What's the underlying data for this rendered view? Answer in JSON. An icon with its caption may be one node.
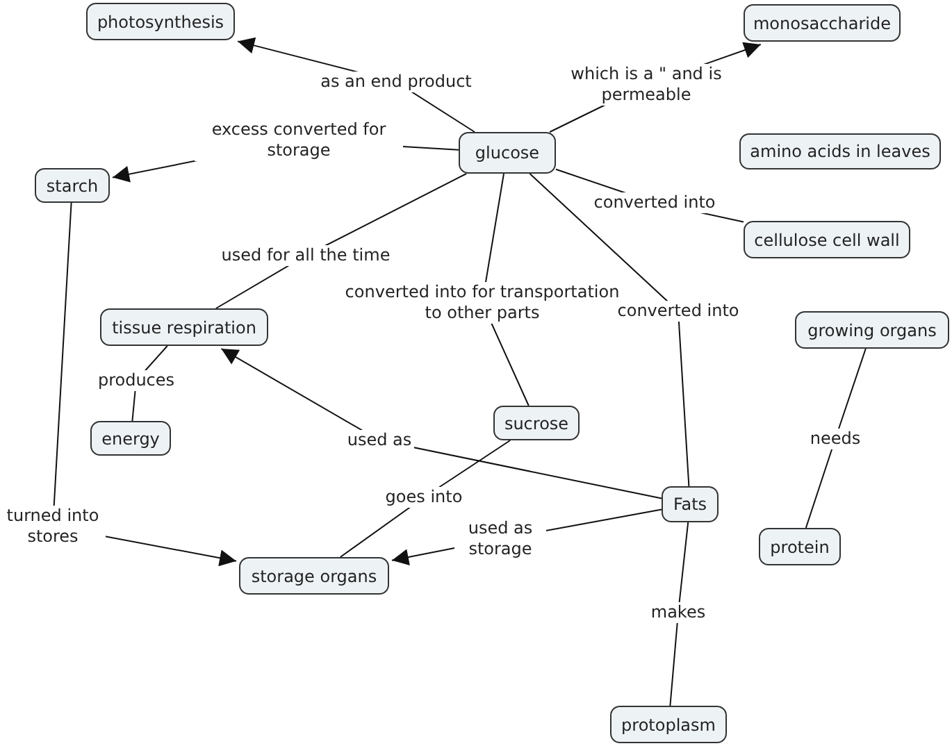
{
  "diagram": {
    "nodes": [
      {
        "text": [
          "photosynthesis"
        ]
      },
      {
        "text": [
          "monosaccharide"
        ]
      },
      {
        "text": [
          "glucose"
        ]
      },
      {
        "text": [
          "starch"
        ]
      },
      {
        "text": [
          "amino acids in leaves"
        ]
      },
      {
        "text": [
          "cellulose cell wall"
        ]
      },
      {
        "text": [
          "tissue respiration"
        ]
      },
      {
        "text": [
          "growing organs"
        ]
      },
      {
        "text": [
          "energy"
        ]
      },
      {
        "text": [
          "sucrose"
        ]
      },
      {
        "text": [
          "Fats"
        ]
      },
      {
        "text": [
          "protein"
        ]
      },
      {
        "text": [
          "storage organs"
        ]
      },
      {
        "text": [
          "protoplasm"
        ]
      }
    ],
    "edges": [
      {
        "from": 2,
        "to": 0,
        "arrow": "to",
        "label": "as an end product"
      },
      {
        "from": 2,
        "to": 1,
        "arrow": "to",
        "label": "which is a \" and is permeable"
      },
      {
        "from": 2,
        "to": 3,
        "arrow": "to",
        "label": "excess converted for storage"
      },
      {
        "from": 2,
        "to": 5,
        "arrow": "none",
        "label": "converted into"
      },
      {
        "from": 2,
        "to": 6,
        "arrow": "none",
        "label": "used for all the time"
      },
      {
        "from": 2,
        "to": 9,
        "arrow": "none",
        "label": "converted into for transportation to other parts"
      },
      {
        "from": 2,
        "to": 10,
        "arrow": "none",
        "label": "converted into"
      },
      {
        "from": 6,
        "to": 8,
        "arrow": "none",
        "label": "produces"
      },
      {
        "from": 10,
        "to": 6,
        "arrow": "to",
        "label": "used as"
      },
      {
        "from": 9,
        "to": 12,
        "arrow": "none",
        "label": "goes into"
      },
      {
        "from": 10,
        "to": 12,
        "arrow": "to",
        "label": "used as storage"
      },
      {
        "from": 3,
        "to": 12,
        "arrow": "to",
        "label": "turned into stores"
      },
      {
        "from": 10,
        "to": 13,
        "arrow": "none",
        "label": "makes"
      },
      {
        "from": 7,
        "to": 11,
        "arrow": "none",
        "label": "needs"
      }
    ]
  }
}
